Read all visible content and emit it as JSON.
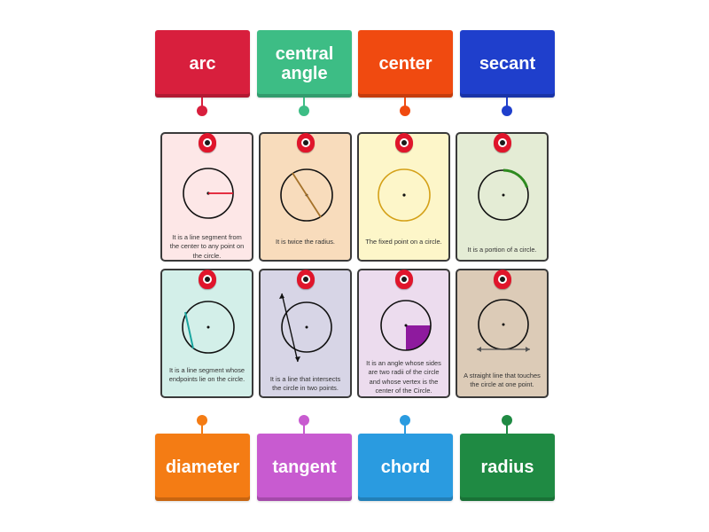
{
  "top_labels": [
    {
      "text": "arc",
      "color": "#d81f3d"
    },
    {
      "text": "central\nangle",
      "color": "#3dbd85"
    },
    {
      "text": "center",
      "color": "#f04a10"
    },
    {
      "text": "secant",
      "color": "#1f3fcc"
    }
  ],
  "bottom_labels": [
    {
      "text": "diameter",
      "color": "#f47c14"
    },
    {
      "text": "tangent",
      "color": "#c85bd0"
    },
    {
      "text": "chord",
      "color": "#2a9be0"
    },
    {
      "text": "radius",
      "color": "#1f8a43"
    }
  ],
  "cards": [
    {
      "description": "It is a line segment from the center to any point on the circle.",
      "bg": "#fde7e7",
      "figure": "radius"
    },
    {
      "description": "It is twice the radius.",
      "bg": "#f8dcbc",
      "figure": "diameter"
    },
    {
      "description": "The fixed point on a circle.",
      "bg": "#fdf6c9",
      "figure": "circle-gold"
    },
    {
      "description": "It is a portion of a circle.",
      "bg": "#e4ecd5",
      "figure": "arc"
    },
    {
      "description": "It is a line segment whose endpoints lie on the circle.",
      "bg": "#d3efe9",
      "figure": "chord"
    },
    {
      "description": "It is a line that intersects the circle in two points.",
      "bg": "#d7d5e6",
      "figure": "secant"
    },
    {
      "description": "It is an angle whose sides are two radii of the circle and whose vertex is the center of the Circle.",
      "bg": "#ecdcee",
      "figure": "central-angle"
    },
    {
      "description": "A straight line that touches the circle at one point.",
      "bg": "#dccbb7",
      "figure": "tangent"
    }
  ],
  "figure_colors": {
    "radius": "#e0152b",
    "diameter": "#a5722a",
    "circle_gold": "#d4a017",
    "arc": "#2e8b1f",
    "chord": "#1aa6a0",
    "sector": "#8e1a9e",
    "arrow": "#555555"
  }
}
